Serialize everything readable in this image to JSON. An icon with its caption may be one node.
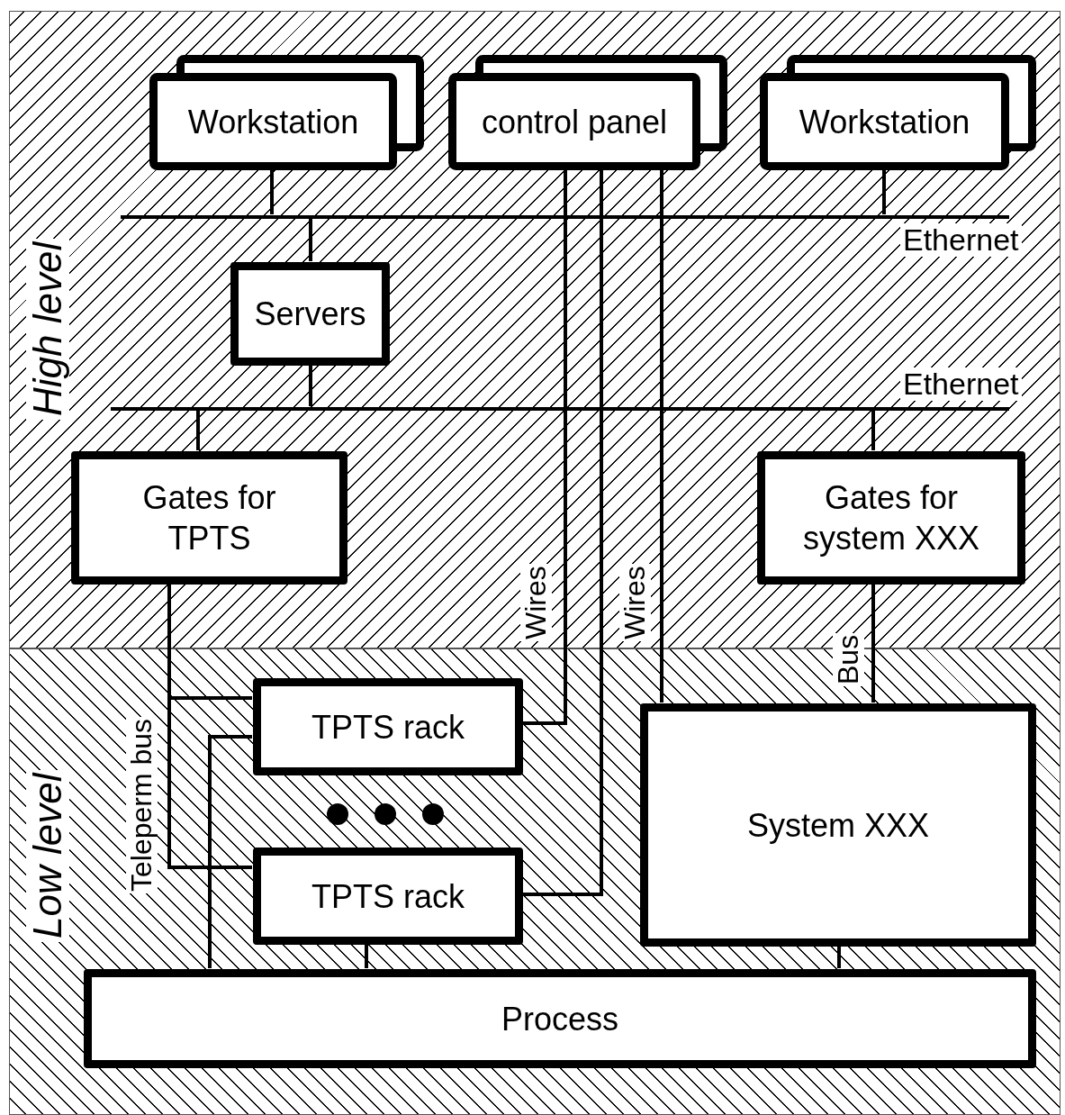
{
  "diagram": {
    "nodes": [
      {
        "text": [
          "High level"
        ]
      },
      {
        "text": [
          "Workstation"
        ],
        "in": 0
      },
      {
        "text": [
          "control panel"
        ],
        "in": 0
      },
      {
        "text": [
          "Workstation"
        ],
        "in": 0
      },
      {
        "text": [],
        "shape": "bar",
        "beside": [
          "Ethernet"
        ],
        "in": 0
      },
      {
        "text": [
          "Servers"
        ],
        "in": 0
      },
      {
        "text": [],
        "shape": "bar",
        "beside": [
          "Ethernet"
        ],
        "in": 0
      },
      {
        "text": [
          "Gates for TPTS"
        ],
        "in": 0
      },
      {
        "text": [
          "Gates for system XXX"
        ],
        "in": 0
      },
      {
        "text": [
          "Low level"
        ]
      },
      {
        "text": [
          "TPTS rack"
        ],
        "in": 9
      },
      {
        "text": [
          "TPTS rack"
        ],
        "in": 9
      },
      {
        "text": [
          "System XXX"
        ],
        "in": 9
      },
      {
        "text": [
          "Process"
        ],
        "in": 9
      }
    ],
    "edges": [
      {
        "from": 1,
        "to": 4,
        "arrow": "none"
      },
      {
        "from": 3,
        "to": 4,
        "arrow": "none"
      },
      {
        "from": 4,
        "to": 5,
        "arrow": "none"
      },
      {
        "from": 5,
        "to": 6,
        "arrow": "none"
      },
      {
        "from": 6,
        "to": 7,
        "arrow": "none"
      },
      {
        "from": 6,
        "to": 8,
        "arrow": "none"
      },
      {
        "from": 2,
        "to": 10,
        "arrow": "none",
        "label": "Wires"
      },
      {
        "from": 2,
        "to": 11,
        "arrow": "none",
        "label": "Wires"
      },
      {
        "from": 2,
        "to": 12,
        "arrow": "none"
      },
      {
        "from": 7,
        "to": 10,
        "arrow": "none",
        "label": "Teleperm bus"
      },
      {
        "from": 7,
        "to": 11,
        "arrow": "none"
      },
      {
        "from": 8,
        "to": 12,
        "arrow": "none",
        "label": "Bus"
      },
      {
        "from": 10,
        "to": 13,
        "arrow": "none"
      },
      {
        "from": 11,
        "to": 13,
        "arrow": "none"
      },
      {
        "from": 12,
        "to": 13,
        "arrow": "none"
      }
    ]
  }
}
